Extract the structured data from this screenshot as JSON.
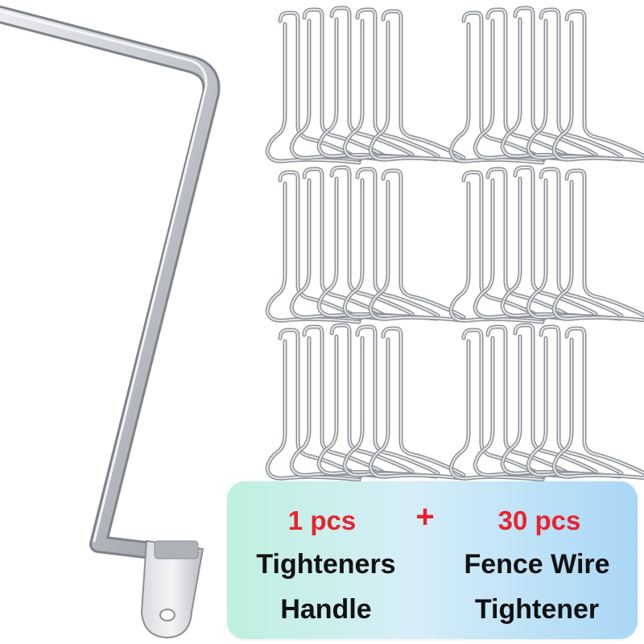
{
  "product": {
    "handle_qty": "1 pcs",
    "plus": "+",
    "tightener_qty": "30 pcs",
    "handle_line1": "Tighteners",
    "handle_line2": "Handle",
    "tightener_line1": "Fence Wire",
    "tightener_line2": "Tightener"
  },
  "colors": {
    "accent_red": "#e8232f",
    "text_dark": "#111111",
    "metal": "#b9bcc1"
  },
  "icons": {
    "handle": "crank-handle-icon",
    "tightener": "wire-tightener-icon"
  }
}
